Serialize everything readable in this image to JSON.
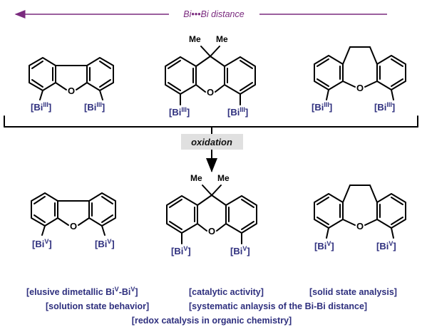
{
  "top_arrow": {
    "text": "Bi•••Bi distance",
    "color": "#7a2a7e"
  },
  "element_O": "O",
  "methyl": "Me",
  "bi_iii": {
    "base": "[Bi",
    "sup": "III",
    "close": "]"
  },
  "bi_v": {
    "base": "[Bi",
    "sup": "V",
    "close": "]"
  },
  "oxidation": {
    "text": "oxidation",
    "box_color": "#e0e0e0"
  },
  "footer": {
    "line1_a": "[elusive dimetallic Bi",
    "line1_sup1": "V",
    "line1_mid": "-Bi",
    "line1_sup2": "V",
    "line1_close": "]",
    "line1_b": "[catalytic activity]",
    "line1_c": "[solid state analysis]",
    "line2_a": "[solution state behavior]",
    "line2_b": "[systematic anlaysis of the Bi-Bi distance]",
    "line3": "[redox catalysis in organic chemistry]"
  },
  "colors": {
    "label": "#2e2f7e",
    "arrow": "#7a2a7e",
    "bond": "#000000"
  }
}
